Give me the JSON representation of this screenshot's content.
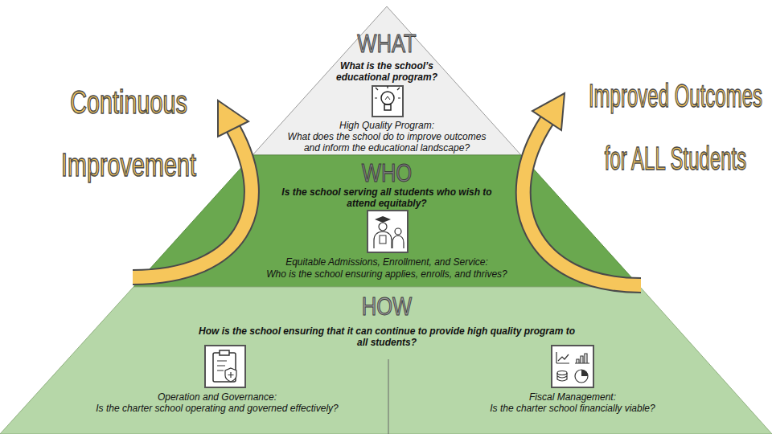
{
  "diagram": {
    "nodes": [
      {
        "text": [
          "WHAT",
          "What is the school’s educational program?",
          "High Quality Program:",
          "What does the school do to improve outcomes and inform the educational landscape?"
        ]
      },
      {
        "text": [
          "WHO",
          "Is the school serving all students who wish to attend equitably?",
          "Equitable Admissions, Enrollment, and Service:",
          "Who is the school ensuring applies, enrolls, and thrives?"
        ]
      },
      {
        "text": [
          "HOW",
          "How is the school ensuring that it can continue to provide high quality program to all students?"
        ]
      },
      {
        "text": [
          "Operation and Governance:",
          "Is the charter school operating and governed effectively?"
        ],
        "in": 2
      },
      {
        "text": [
          "Fiscal Management:",
          "Is the charter school financially viable?"
        ],
        "in": 2
      }
    ],
    "labels": [
      "Continuous Improvement",
      "Improved Outcomes for ALL Students"
    ]
  }
}
